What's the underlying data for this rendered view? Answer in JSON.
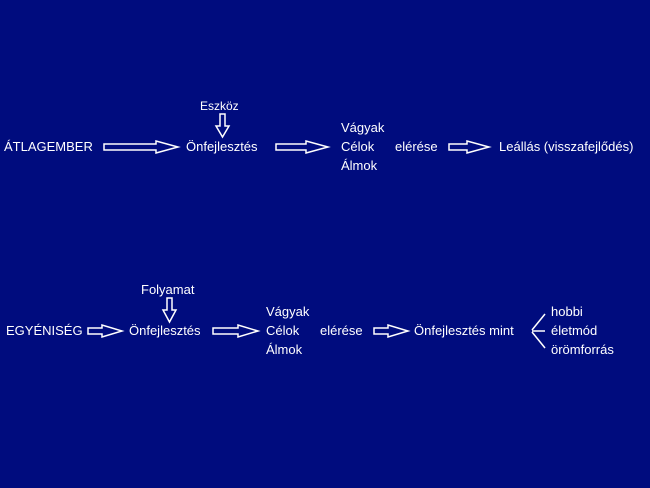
{
  "colors": {
    "background": "#000c7e",
    "foreground": "#ffffff"
  },
  "row1": {
    "start": "ÁTLAGEMBER",
    "tool_label": "Eszköz",
    "step": "Önfejlesztés",
    "goals": [
      "Vágyak",
      "Célok",
      "Álmok"
    ],
    "reach": "elérése",
    "end": "Leállás (visszafejlődés)"
  },
  "row2": {
    "start": "EGYÉNISÉG",
    "process_label": "Folyamat",
    "step": "Önfejlesztés",
    "goals": [
      "Vágyak",
      "Célok",
      "Álmok"
    ],
    "reach": "elérése",
    "result": "Önfejlesztés mint",
    "branches": [
      "hobbi",
      "életmód",
      "örömforrás"
    ]
  }
}
